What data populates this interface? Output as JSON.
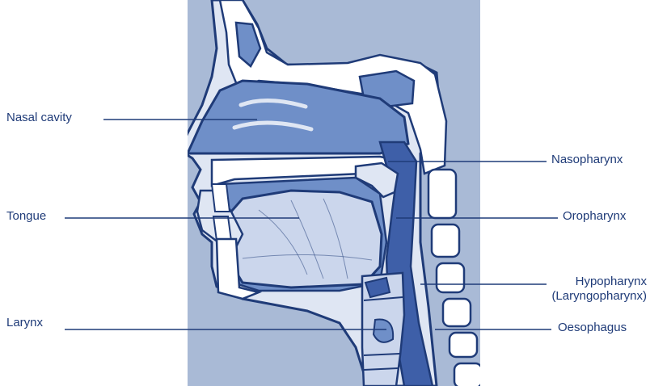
{
  "colors": {
    "background": "#a9bad6",
    "outline": "#1f3b78",
    "tissue": "#dfe6f3",
    "cavity": "#6f8fc8",
    "airway": "#3e5fa8",
    "bone": "#ffffff",
    "tongue": "#cbd6ec",
    "label_text": "#1f3b78",
    "leader_line": "#1f3b78"
  },
  "labels": {
    "nasal_cavity": "Nasal cavity",
    "tongue": "Tongue",
    "larynx": "Larynx",
    "nasopharynx": "Nasopharynx",
    "oropharynx": "Oropharynx",
    "hypopharynx_line1": "Hypopharynx",
    "hypopharynx_line2": "(Laryngopharynx)",
    "oesophagus": "Oesophagus"
  }
}
